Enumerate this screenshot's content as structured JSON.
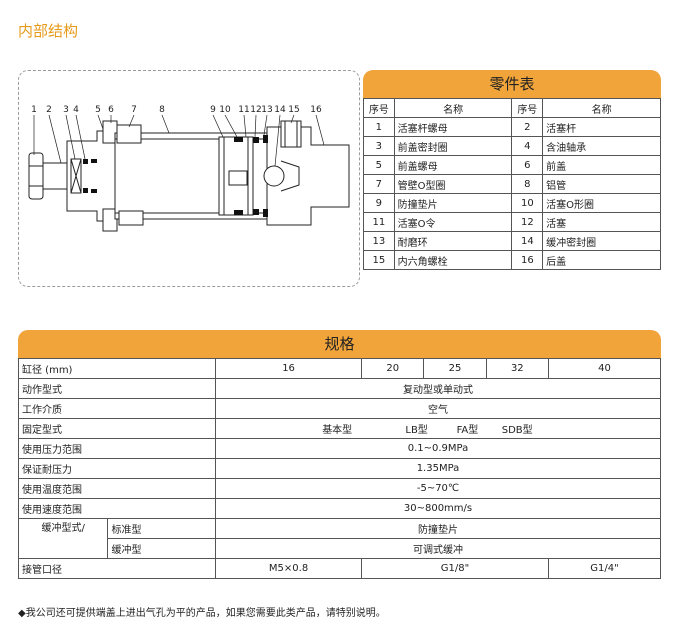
{
  "section_title": "内部结构",
  "diagram": {
    "callouts": [
      "1",
      "2",
      "3",
      "4",
      "5",
      "6",
      "7",
      "8",
      "9",
      "10",
      "11",
      "12",
      "13",
      "14",
      "15",
      "16"
    ]
  },
  "parts_table": {
    "title": "零件表",
    "headers": [
      "序号",
      "名称",
      "序号",
      "名称"
    ],
    "rows": [
      [
        "1",
        "活塞杆螺母",
        "2",
        "活塞杆"
      ],
      [
        "3",
        "前盖密封圈",
        "4",
        "含油轴承"
      ],
      [
        "5",
        "前盖螺母",
        "6",
        "前盖"
      ],
      [
        "7",
        "管壁O型圈",
        "8",
        "铝管"
      ],
      [
        "9",
        "防撞垫片",
        "10",
        "活塞O形圈"
      ],
      [
        "11",
        "活塞O令",
        "12",
        "活塞"
      ],
      [
        "13",
        "耐磨环",
        "14",
        "缓冲密封圈"
      ],
      [
        "15",
        "内六角螺栓",
        "16",
        "后盖"
      ]
    ]
  },
  "spec_table": {
    "title": "规格",
    "bore_label": "缸径   (mm)",
    "bores": [
      "16",
      "20",
      "25",
      "32",
      "40"
    ],
    "action_label": "动作型式",
    "action_value": "复动型或单动式",
    "medium_label": "工作介质",
    "medium_value": "空气",
    "mount_label": "固定型式",
    "mounts": [
      "基本型",
      "LB型",
      "FA型",
      "SDB型"
    ],
    "pressure_label": "使用压力范围",
    "pressure_value": "0.1~0.9MPa",
    "proof_label": "保证耐压力",
    "proof_value": "1.35MPa",
    "temp_label": "使用温度范围",
    "temp_value": "-5~70℃",
    "speed_label": "使用速度范围",
    "speed_value": "30~800mm/s",
    "cushion_label": "缓冲型式/",
    "cushion_std_label": "标准型",
    "cushion_std_value": "防撞垫片",
    "cushion_adj_label": "缓冲型",
    "cushion_adj_value": "可调式缓冲",
    "port_label": "接管口径",
    "port_values": [
      "M5×0.8",
      "G1/8\"",
      "G1/4\""
    ]
  },
  "footnote": "◆我公司还可提供端盖上进出气孔为平的产品，如果您需要此类产品，请特别说明。"
}
